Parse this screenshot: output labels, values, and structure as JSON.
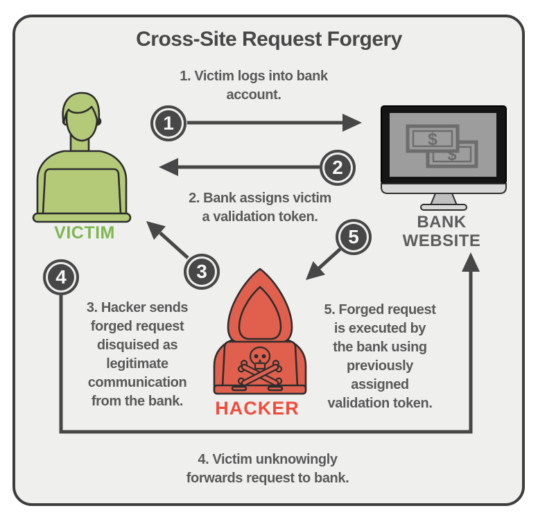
{
  "title": "Cross-Site Request Forgery",
  "colors": {
    "panel_bg": "#efefee",
    "panel_border": "#3d3d3d",
    "dark": "#474747",
    "text": "#595959",
    "outline": "#2d2d2d",
    "green": "#b5ca78",
    "victim_label": "#7eb64f",
    "red": "#e1604d",
    "hacker_label": "#ef4c3b",
    "bezel": "#151515",
    "screen": "#9d9d9d",
    "note": "#6d6d6d",
    "silver": "#d8d8d8",
    "neck": "#c0c0c0"
  },
  "steps": [
    {
      "num": "1",
      "text": "1. Victim logs into bank\naccount."
    },
    {
      "num": "2",
      "text": "2. Bank assigns victim\na validation token."
    },
    {
      "num": "3",
      "text": "3. Hacker sends\nforged request\ndisquised as\nlegitimate\ncommunication\nfrom the bank."
    },
    {
      "num": "4",
      "text": "4. Victim unknowingly\nforwards request to bank."
    },
    {
      "num": "5",
      "text": "5. Forged request\nis executed by\nthe bank using\npreviously\nassigned\nvalidation token."
    }
  ],
  "actors": {
    "victim": "VICTIM",
    "hacker": "HACKER",
    "bank": "BANK\nWEBSITE"
  },
  "icons": {
    "dollar": "$"
  }
}
